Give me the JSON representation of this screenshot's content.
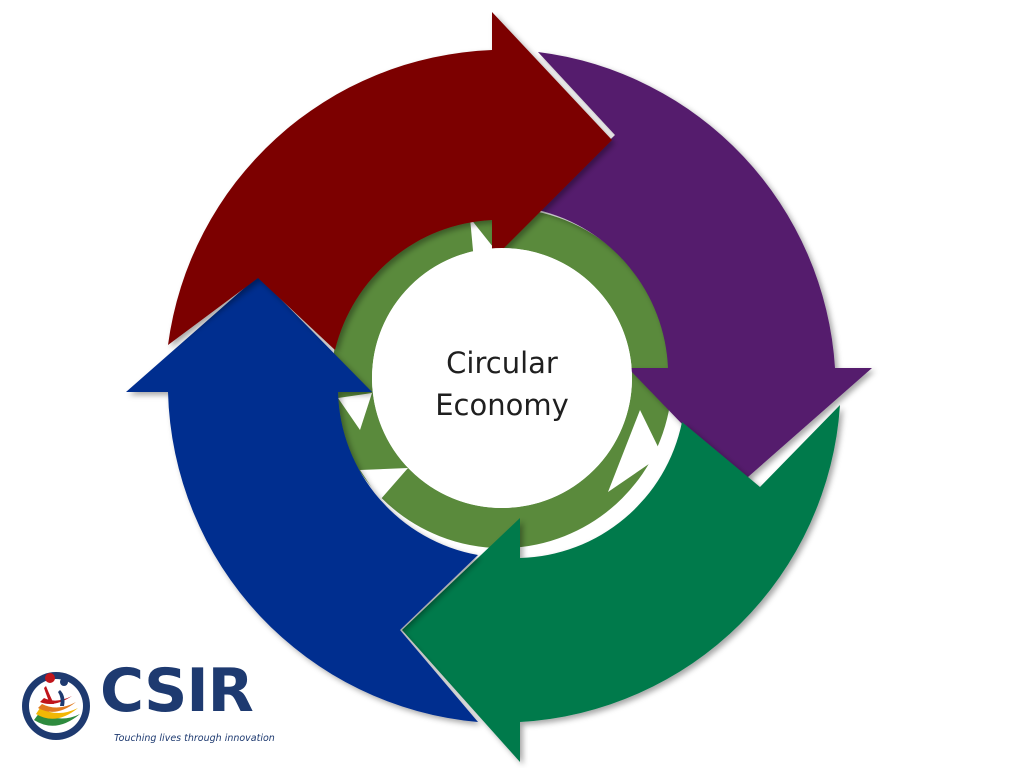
{
  "diagram": {
    "center_label": [
      "Circular",
      "Economy"
    ],
    "arrow_colors": {
      "top_left": "#7b0000",
      "top_right": "#551b6d",
      "bottom_right": "#057a4c",
      "bottom_left": "#002d8f",
      "inner_ring": "#5a8a3c"
    }
  },
  "logo": {
    "name": "CSIR",
    "tagline": "Touching lives through innovation",
    "color": "#1e3a70"
  }
}
